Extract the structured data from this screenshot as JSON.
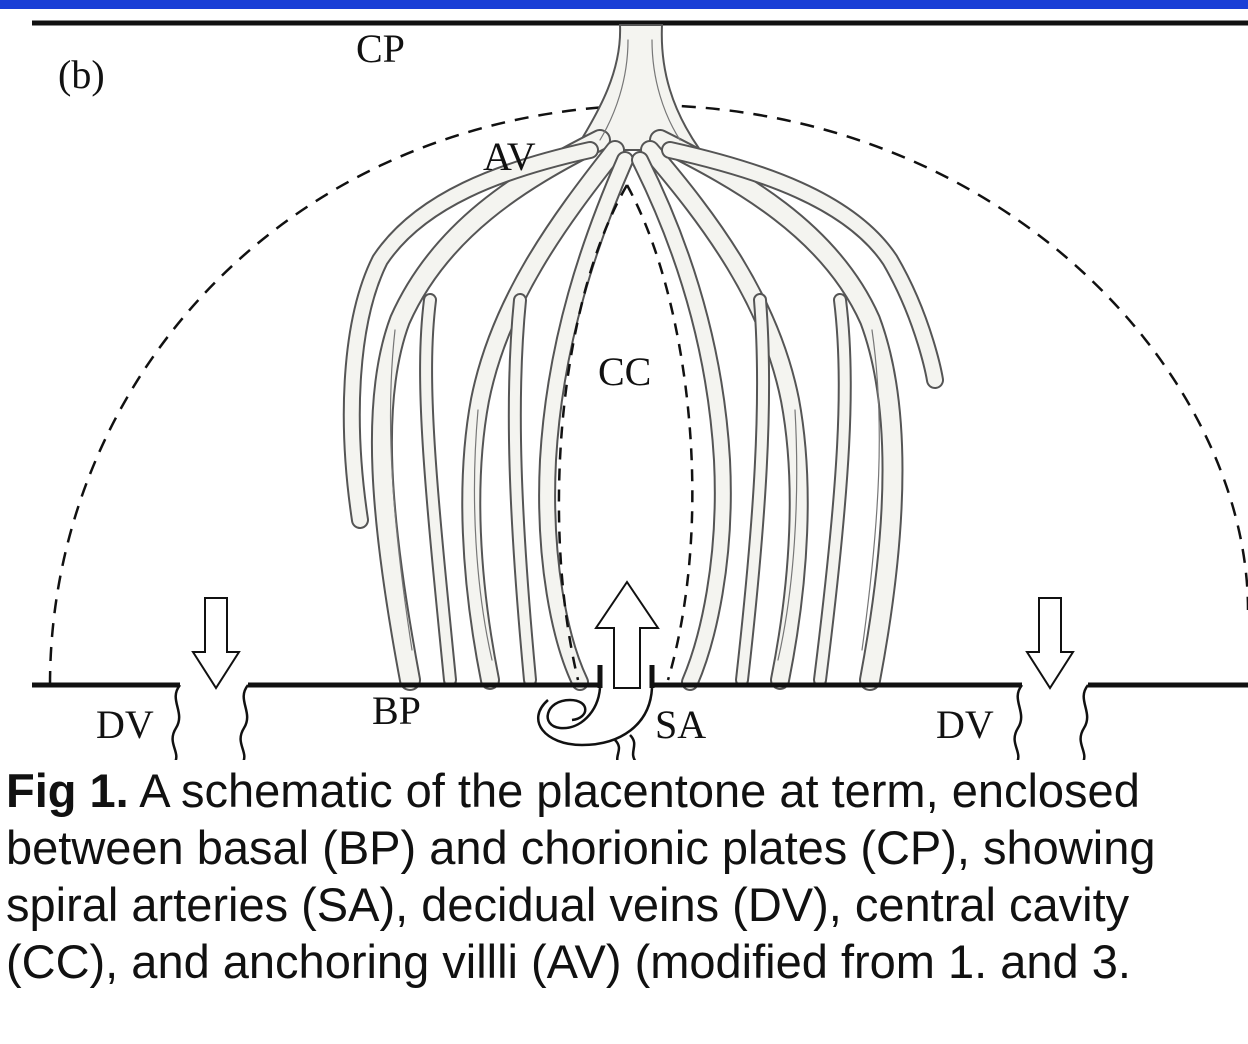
{
  "panel_label": "(b)",
  "labels": {
    "cp": "CP",
    "av": "AV",
    "cc": "CC",
    "bp": "BP",
    "sa": "SA",
    "dv_left": "DV",
    "dv_right": "DV"
  },
  "caption": {
    "lead": "Fig 1.",
    "lines": [
      " A schematic of the placentone at term, enclosed",
      "between basal (BP) and chorionic plates (CP), showing",
      "spiral arteries (SA), decidual veins (DV), central cavity",
      "(CC), and anchoring villli (AV) (modified from 1. and 3."
    ]
  },
  "colors": {
    "accent_bar": "#1a3fd6",
    "line": "#111111",
    "villi_fill": "#f4f4f0",
    "villi_stroke": "#555555"
  }
}
